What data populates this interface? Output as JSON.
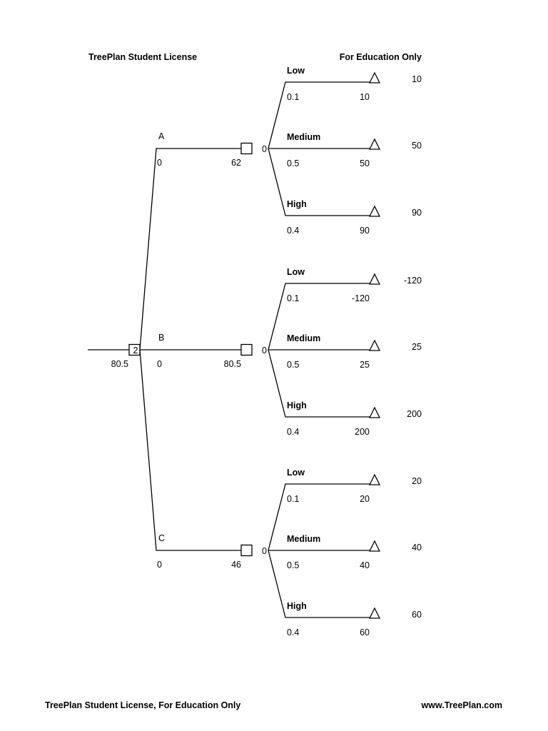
{
  "header": {
    "left": "TreePlan Student License",
    "right": "For Education Only"
  },
  "footer": {
    "left": "TreePlan Student License, For Education Only",
    "right": "www.TreePlan.com"
  },
  "root": {
    "node_label": "2",
    "value": "80.5"
  },
  "decisions": [
    {
      "name": "A",
      "cost": "0",
      "value": "62",
      "chance_label": "0",
      "outcomes": [
        {
          "name": "Low",
          "prob": "0.1",
          "value": "10",
          "payoff": "10"
        },
        {
          "name": "Medium",
          "prob": "0.5",
          "value": "50",
          "payoff": "50"
        },
        {
          "name": "High",
          "prob": "0.4",
          "value": "90",
          "payoff": "90"
        }
      ]
    },
    {
      "name": "B",
      "cost": "0",
      "value": "80.5",
      "chance_label": "0",
      "outcomes": [
        {
          "name": "Low",
          "prob": "0.1",
          "value": "-120",
          "payoff": "-120"
        },
        {
          "name": "Medium",
          "prob": "0.5",
          "value": "25",
          "payoff": "25"
        },
        {
          "name": "High",
          "prob": "0.4",
          "value": "200",
          "payoff": "200"
        }
      ]
    },
    {
      "name": "C",
      "cost": "0",
      "value": "46",
      "chance_label": "0",
      "outcomes": [
        {
          "name": "Low",
          "prob": "0.1",
          "value": "20",
          "payoff": "20"
        },
        {
          "name": "Medium",
          "prob": "0.5",
          "value": "40",
          "payoff": "40"
        },
        {
          "name": "High",
          "prob": "0.4",
          "value": "60",
          "payoff": "60"
        }
      ]
    }
  ]
}
